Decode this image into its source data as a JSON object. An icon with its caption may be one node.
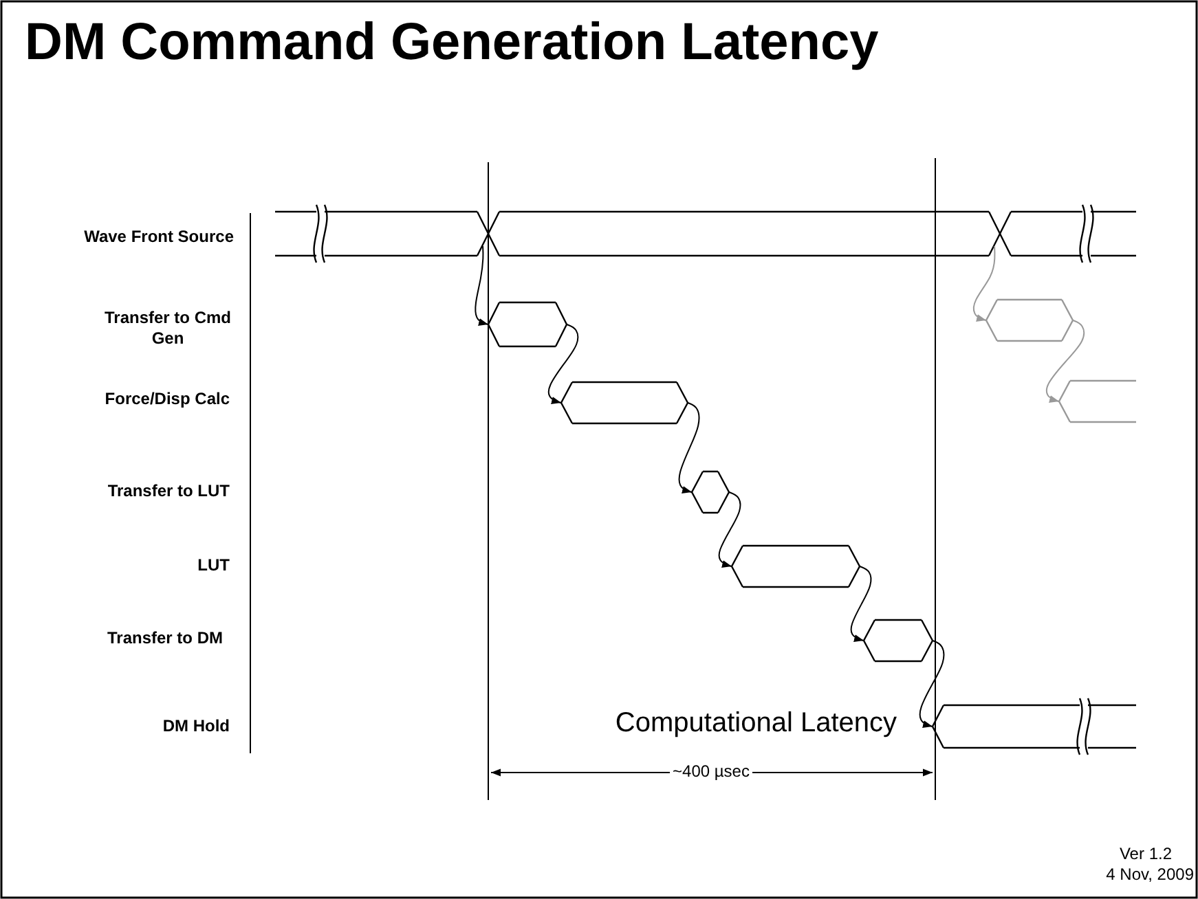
{
  "diagram": {
    "title": "DM Command Generation Latency",
    "nodes": [
      {
        "text": [],
        "shape": "hexagon"
      },
      {
        "text": [],
        "shape": "hexagon"
      },
      {
        "text": [],
        "shape": "hexagon"
      },
      {
        "text": [],
        "shape": "hexagon"
      },
      {
        "text": [],
        "shape": "hexagon"
      },
      {
        "text": [],
        "shape": "hexagon"
      },
      {
        "text": [],
        "shape": "hexagon"
      },
      {
        "text": [],
        "shape": "hexagon"
      },
      {
        "text": [],
        "shape": "hexagon"
      },
      {
        "text": [],
        "shape": "hexagon"
      },
      {
        "text": [],
        "shape": "hexagon"
      }
    ],
    "edges": [
      {
        "from": 0,
        "to": 3,
        "arrow": "to"
      },
      {
        "from": 3,
        "to": 5,
        "arrow": "to"
      },
      {
        "from": 5,
        "to": 7,
        "arrow": "to"
      },
      {
        "from": 7,
        "to": 8,
        "arrow": "to"
      },
      {
        "from": 8,
        "to": 9,
        "arrow": "to"
      },
      {
        "from": 9,
        "to": 10,
        "arrow": "to"
      },
      {
        "from": 1,
        "to": 4,
        "arrow": "to",
        "color": "#999999"
      },
      {
        "from": 4,
        "to": 6,
        "arrow": "to",
        "color": "#999999"
      }
    ],
    "labels": [
      "Wave Front Source",
      "Transfer to Cmd Gen",
      "Force/Disp Calc",
      "Transfer to LUT",
      "LUT",
      "Transfer to DM",
      "DM Hold",
      "Computational Latency",
      "~400 µsec",
      "Ver 1.2",
      "4 Nov, 2009"
    ]
  }
}
